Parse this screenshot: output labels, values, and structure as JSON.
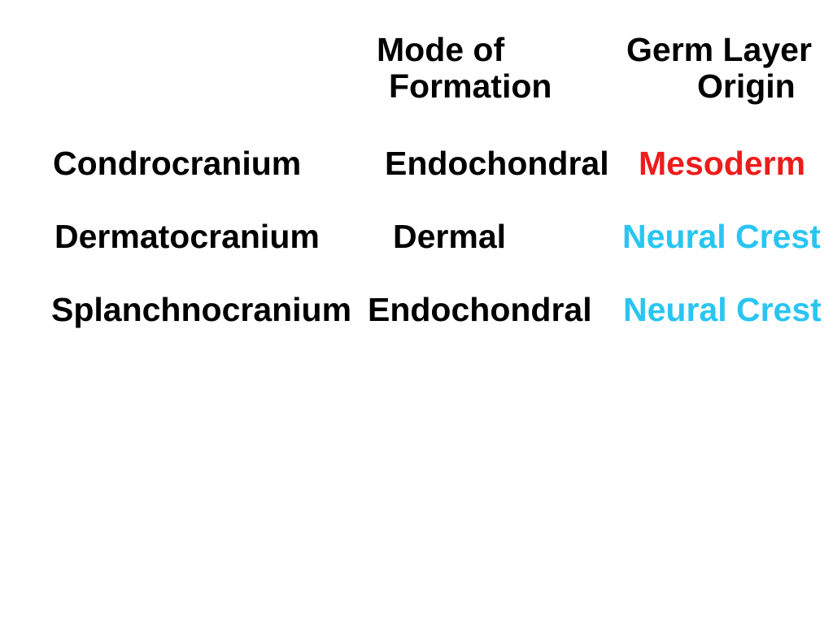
{
  "header": {
    "col_mode": {
      "line1": "Mode of",
      "line2": "Formation"
    },
    "col_origin": {
      "line1": "Germ Layer",
      "line2": "Origin"
    }
  },
  "rows": [
    {
      "structure": "Condrocranium",
      "mode": "Endochondral",
      "origin": "Mesoderm"
    },
    {
      "structure": "Dermatocranium",
      "mode": "Dermal",
      "origin": "Neural Crest"
    },
    {
      "structure": "Splanchnocranium",
      "mode": "Endochondral",
      "origin": "Neural Crest"
    }
  ],
  "colors": {
    "background": "#ffffff",
    "text": "#000000",
    "mesoderm": "#ee1b1b",
    "neural_crest": "#29c5f2"
  }
}
